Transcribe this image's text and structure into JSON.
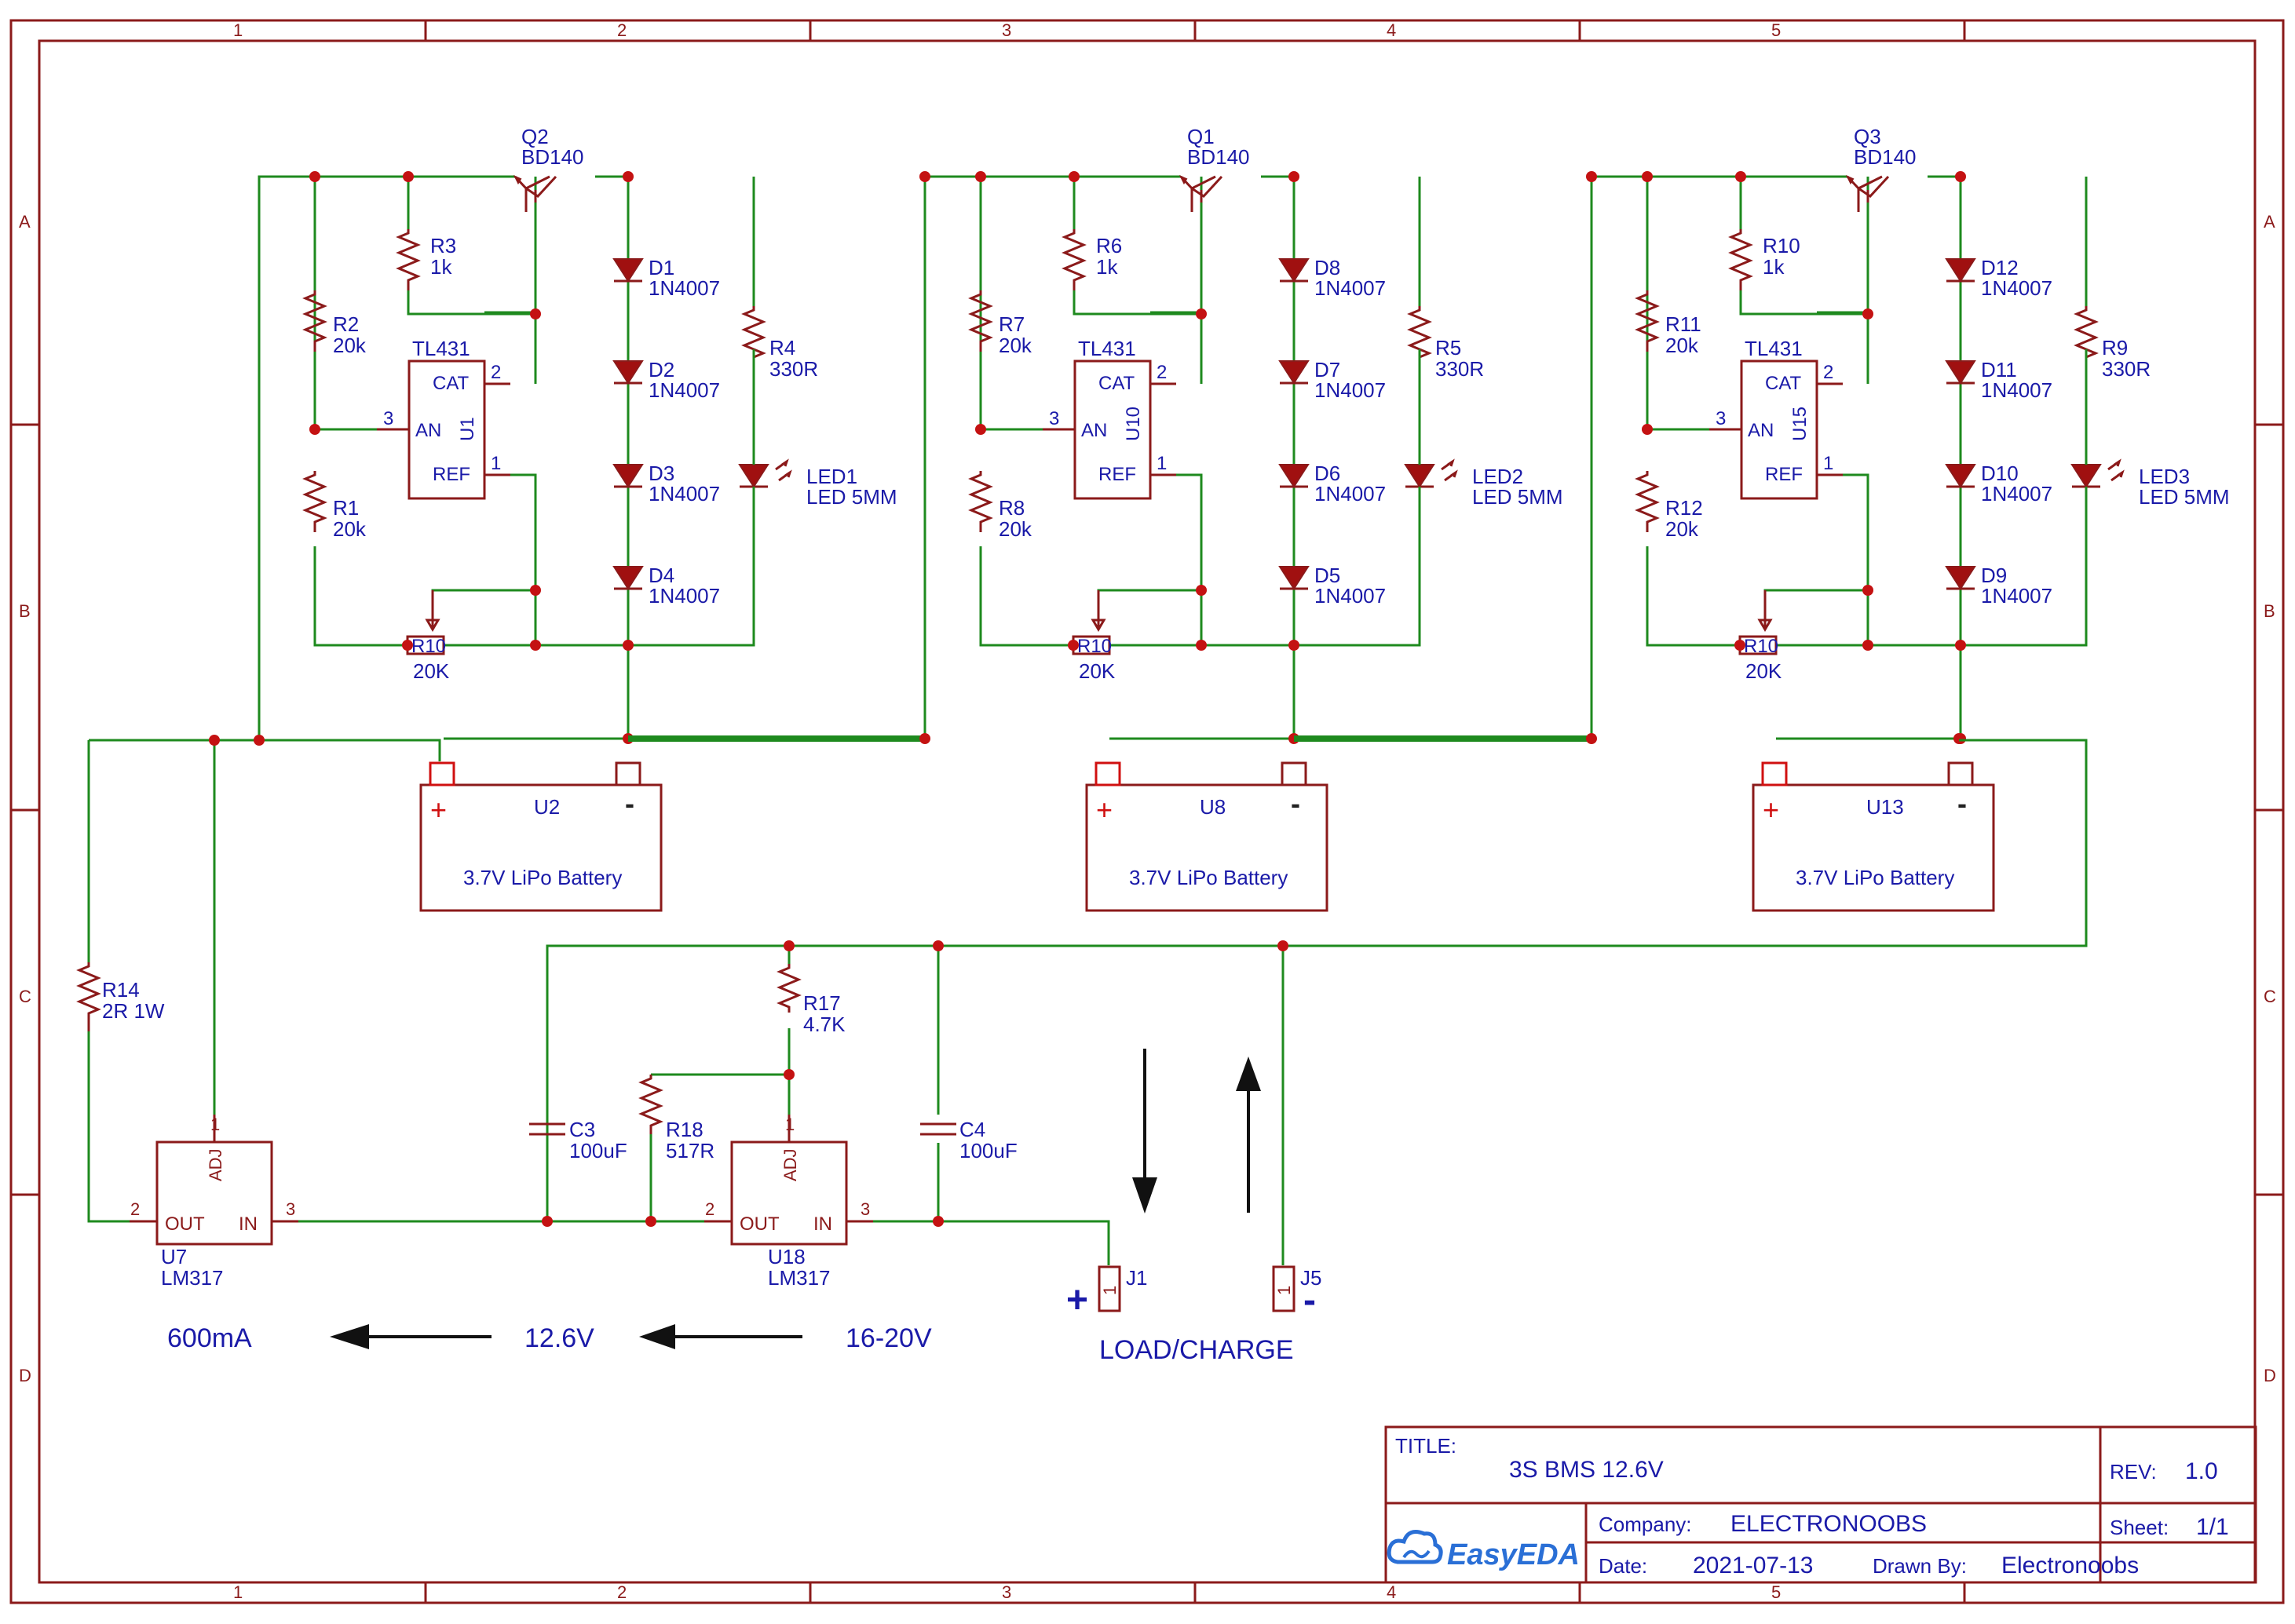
{
  "frame": {
    "columns": [
      "1",
      "2",
      "3",
      "4",
      "5"
    ],
    "rows": [
      "A",
      "B",
      "C",
      "D"
    ]
  },
  "colors": {
    "wire": "#1e8a1e",
    "component": "#8b1a1a",
    "label": "#1a1aa8",
    "junction": "#c41212"
  },
  "cells": [
    {
      "transistor": {
        "ref": "Q2",
        "value": "BD140"
      },
      "regulator": {
        "ref": "U1",
        "part": "TL431",
        "cat": "CAT",
        "an": "AN",
        "ref_pin": "REF",
        "pin_cat": "2",
        "pin_an": "3",
        "pin_ref": "1"
      },
      "r_top": {
        "ref": "R3",
        "value": "1k"
      },
      "r_div_top": {
        "ref": "R2",
        "value": "20k"
      },
      "r_div_bot": {
        "ref": "R1",
        "value": "20k"
      },
      "r_led": {
        "ref": "R4",
        "value": "330R"
      },
      "led": {
        "ref": "LED1",
        "value": "LED 5MM"
      },
      "diodes": [
        {
          "ref": "D1",
          "value": "1N4007"
        },
        {
          "ref": "D2",
          "value": "1N4007"
        },
        {
          "ref": "D3",
          "value": "1N4007"
        },
        {
          "ref": "D4",
          "value": "1N4007"
        }
      ],
      "pot": {
        "ref": "R10",
        "value": "20K"
      },
      "battery": {
        "ref": "U2",
        "label": "3.7V LiPo Battery",
        "plus": "+",
        "minus": "-"
      }
    },
    {
      "transistor": {
        "ref": "Q1",
        "value": "BD140"
      },
      "regulator": {
        "ref": "U10",
        "part": "TL431",
        "cat": "CAT",
        "an": "AN",
        "ref_pin": "REF",
        "pin_cat": "2",
        "pin_an": "3",
        "pin_ref": "1"
      },
      "r_top": {
        "ref": "R6",
        "value": "1k"
      },
      "r_div_top": {
        "ref": "R7",
        "value": "20k"
      },
      "r_div_bot": {
        "ref": "R8",
        "value": "20k"
      },
      "r_led": {
        "ref": "R5",
        "value": "330R"
      },
      "led": {
        "ref": "LED2",
        "value": "LED 5MM"
      },
      "diodes": [
        {
          "ref": "D8",
          "value": "1N4007"
        },
        {
          "ref": "D7",
          "value": "1N4007"
        },
        {
          "ref": "D6",
          "value": "1N4007"
        },
        {
          "ref": "D5",
          "value": "1N4007"
        }
      ],
      "pot": {
        "ref": "R10",
        "value": "20K"
      },
      "battery": {
        "ref": "U8",
        "label": "3.7V LiPo Battery",
        "plus": "+",
        "minus": "-"
      }
    },
    {
      "transistor": {
        "ref": "Q3",
        "value": "BD140"
      },
      "regulator": {
        "ref": "U15",
        "part": "TL431",
        "cat": "CAT",
        "an": "AN",
        "ref_pin": "REF",
        "pin_cat": "2",
        "pin_an": "3",
        "pin_ref": "1"
      },
      "r_top": {
        "ref": "R10",
        "value": "1k"
      },
      "r_div_top": {
        "ref": "R11",
        "value": "20k"
      },
      "r_div_bot": {
        "ref": "R12",
        "value": "20k"
      },
      "r_led": {
        "ref": "R9",
        "value": "330R"
      },
      "led": {
        "ref": "LED3",
        "value": "LED 5MM"
      },
      "diodes": [
        {
          "ref": "D12",
          "value": "1N4007"
        },
        {
          "ref": "D11",
          "value": "1N4007"
        },
        {
          "ref": "D10",
          "value": "1N4007"
        },
        {
          "ref": "D9",
          "value": "1N4007"
        }
      ],
      "pot": {
        "ref": "R10",
        "value": "20K"
      },
      "battery": {
        "ref": "U13",
        "label": "3.7V LiPo Battery",
        "plus": "+",
        "minus": "-"
      }
    }
  ],
  "lower": {
    "r14": {
      "ref": "R14",
      "value": "2R 1W"
    },
    "r17": {
      "ref": "R17",
      "value": "4.7K"
    },
    "r18": {
      "ref": "R18",
      "value": "517R"
    },
    "c3": {
      "ref": "C3",
      "value": "100uF"
    },
    "c4": {
      "ref": "C4",
      "value": "100uF"
    },
    "u7": {
      "ref": "U7",
      "part": "LM317",
      "adj": "ADJ",
      "out": "OUT",
      "in": "IN",
      "pin_adj": "1",
      "pin_out": "2",
      "pin_in": "3"
    },
    "u18": {
      "ref": "U18",
      "part": "LM317",
      "adj": "ADJ",
      "out": "OUT",
      "in": "IN",
      "pin_adj": "1",
      "pin_out": "2",
      "pin_in": "3"
    },
    "j1": {
      "ref": "J1",
      "pin": "1",
      "polarity": "+"
    },
    "j5": {
      "ref": "J5",
      "pin": "1",
      "polarity": "-"
    },
    "current_label": "600mA",
    "voltage_out_label": "12.6V",
    "voltage_in_label": "16-20V",
    "connector_label": "LOAD/CHARGE"
  },
  "title_block": {
    "title_label": "TITLE:",
    "title": "3S BMS 12.6V",
    "rev_label": "REV:",
    "rev": "1.0",
    "company_label": "Company:",
    "company": "ELECTRONOOBS",
    "sheet_label": "Sheet:",
    "sheet": "1/1",
    "date_label": "Date:",
    "date": "2021-07-13",
    "drawn_label": "Drawn By:",
    "drawn_by": "Electronoobs",
    "logo": "EasyEDA"
  }
}
